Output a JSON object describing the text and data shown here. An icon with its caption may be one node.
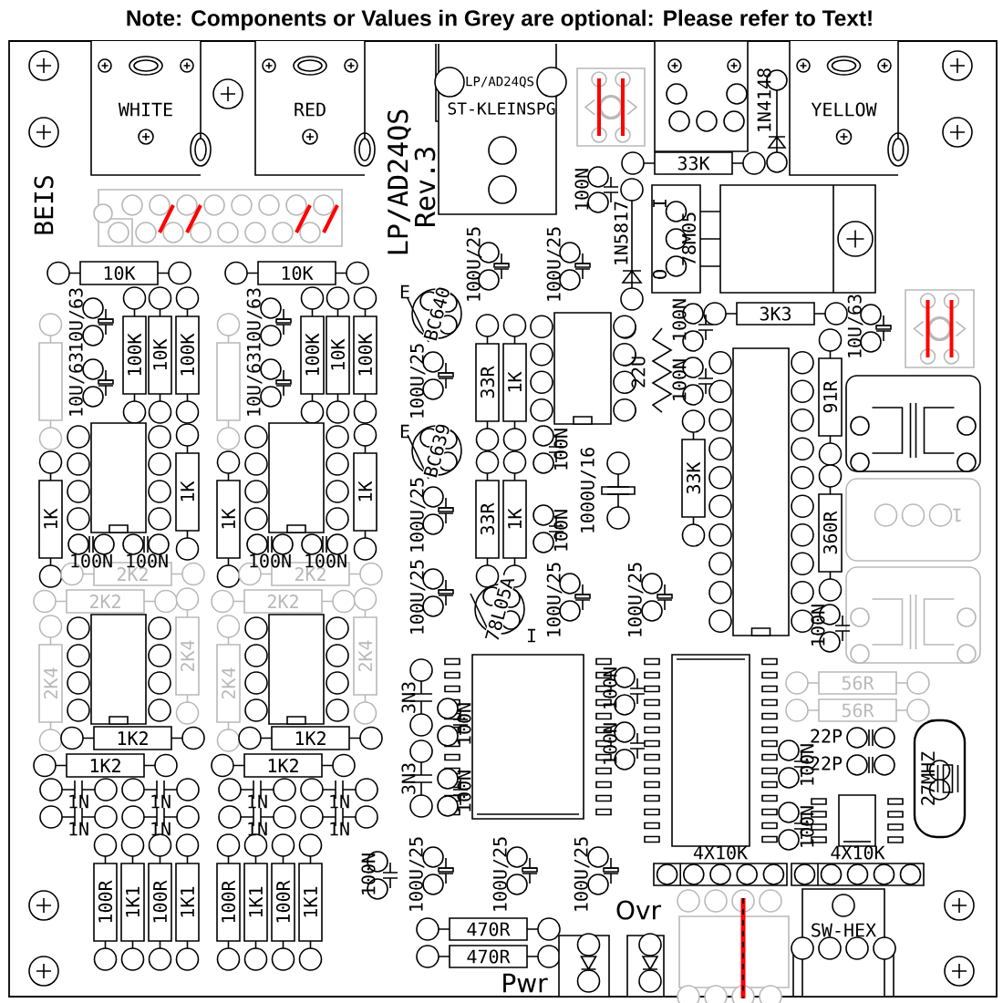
{
  "diagram": {
    "title": "Note: Components or Values in Grey are optional: Please refer to Text!",
    "nodes": [
      {
        "text": [
          "WHITE"
        ]
      },
      {
        "text": [
          "RED"
        ]
      },
      {
        "text": [
          "LP/AD24QS",
          "ST-KLEINSPG"
        ]
      },
      {
        "text": [],
        "shape": "box"
      },
      {
        "text": [
          "YELLOW"
        ]
      },
      {
        "text": [
          "33K"
        ]
      },
      {
        "text": [
          "I",
          "78M05",
          "O"
        ]
      },
      {
        "text": [
          "3K3"
        ]
      },
      {
        "text": [
          "10K"
        ]
      },
      {
        "text": [
          "10K"
        ]
      },
      {
        "text": [
          "100K"
        ]
      },
      {
        "text": [
          "10K"
        ]
      },
      {
        "text": [
          "100K"
        ]
      },
      {
        "text": [
          "100K"
        ]
      },
      {
        "text": [
          "10K"
        ]
      },
      {
        "text": [
          "100K"
        ]
      },
      {
        "text": [],
        "shape": "box"
      },
      {
        "text": [],
        "shape": "box"
      },
      {
        "text": [
          "33R"
        ]
      },
      {
        "text": [
          "1K"
        ]
      },
      {
        "text": [],
        "shape": "box"
      },
      {
        "text": [
          "33R"
        ]
      },
      {
        "text": [
          "1K"
        ]
      },
      {
        "text": [
          "33K"
        ]
      },
      {
        "text": [],
        "shape": "box"
      },
      {
        "text": [
          "91R"
        ]
      },
      {
        "text": [],
        "shape": "box"
      },
      {
        "text": [
          "360R"
        ]
      },
      {
        "text": [
          "1"
        ]
      },
      {
        "text": [],
        "shape": "box"
      },
      {
        "text": [
          "1K"
        ]
      },
      {
        "text": [],
        "shape": "box"
      },
      {
        "text": [
          "1K"
        ]
      },
      {
        "text": [
          "1K"
        ]
      },
      {
        "text": [],
        "shape": "box"
      },
      {
        "text": [
          "1K"
        ]
      },
      {
        "text": [
          "2K2"
        ]
      },
      {
        "text": [
          "2K2"
        ]
      },
      {
        "text": [
          "2K2"
        ]
      },
      {
        "text": [
          "2K2"
        ]
      },
      {
        "text": [
          "2K4"
        ]
      },
      {
        "text": [],
        "shape": "box"
      },
      {
        "text": [
          "2K4"
        ]
      },
      {
        "text": [
          "2K4"
        ]
      },
      {
        "text": [],
        "shape": "box"
      },
      {
        "text": [
          "2K4"
        ]
      },
      {
        "text": [
          "1K2"
        ]
      },
      {
        "text": [
          "1K2"
        ]
      },
      {
        "text": [
          "1K2"
        ]
      },
      {
        "text": [
          "1K2"
        ]
      },
      {
        "text": [
          "100R"
        ]
      },
      {
        "text": [
          "1K1"
        ]
      },
      {
        "text": [
          "100R"
        ]
      },
      {
        "text": [
          "1K1"
        ]
      },
      {
        "text": [
          "100R"
        ]
      },
      {
        "text": [
          "1K1"
        ]
      },
      {
        "text": [
          "100R"
        ]
      },
      {
        "text": [
          "1K1"
        ]
      },
      {
        "text": [
          "BC640"
        ]
      },
      {
        "text": [
          "BC639"
        ]
      },
      {
        "text": [
          "78L05A"
        ]
      },
      {
        "text": [],
        "shape": "box"
      },
      {
        "text": [],
        "shape": "box"
      },
      {
        "text": [],
        "shape": "box"
      },
      {
        "text": [
          "27MHZ"
        ]
      },
      {
        "text": [
          "56R"
        ]
      },
      {
        "text": [
          "56R"
        ]
      },
      {
        "text": [
          "4X10K"
        ]
      },
      {
        "text": [
          "4X10K"
        ]
      },
      {
        "text": [
          "SW-HEX"
        ]
      },
      {
        "text": [
          "470R"
        ]
      },
      {
        "text": [
          "470R"
        ]
      },
      {
        "text": [],
        "shape": "box",
        "beside": [
          "Pwr"
        ]
      },
      {
        "text": [],
        "shape": "box",
        "beside": [
          "Ovr"
        ]
      },
      {
        "text": [],
        "shape": "box"
      }
    ],
    "labels": [
      "BEIS",
      "LP/AD24QS",
      "Rev.3",
      "1N4148",
      "100N",
      "1N5817",
      "100U/25",
      "100U/25",
      "E",
      "10U/63",
      "10U/63",
      "10U/63",
      "10U/63",
      "100N",
      "22U",
      "100N",
      "10U/63",
      "100U/25",
      "E",
      "100N",
      "1000U/16",
      "100N",
      "100U/25",
      "100U/25",
      "100U/25",
      "100U/25",
      "I",
      "100N",
      "100N",
      "100N",
      "100N",
      "100N",
      "3N3",
      "100N",
      "100N",
      "100N",
      "3N3",
      "100N",
      "1N",
      "1N",
      "1N",
      "1N",
      "1N",
      "1N",
      "1N",
      "1N",
      "100N",
      "100U/25",
      "100U/25",
      "100U/25",
      "22P",
      "22P",
      "100N",
      "100N"
    ]
  }
}
